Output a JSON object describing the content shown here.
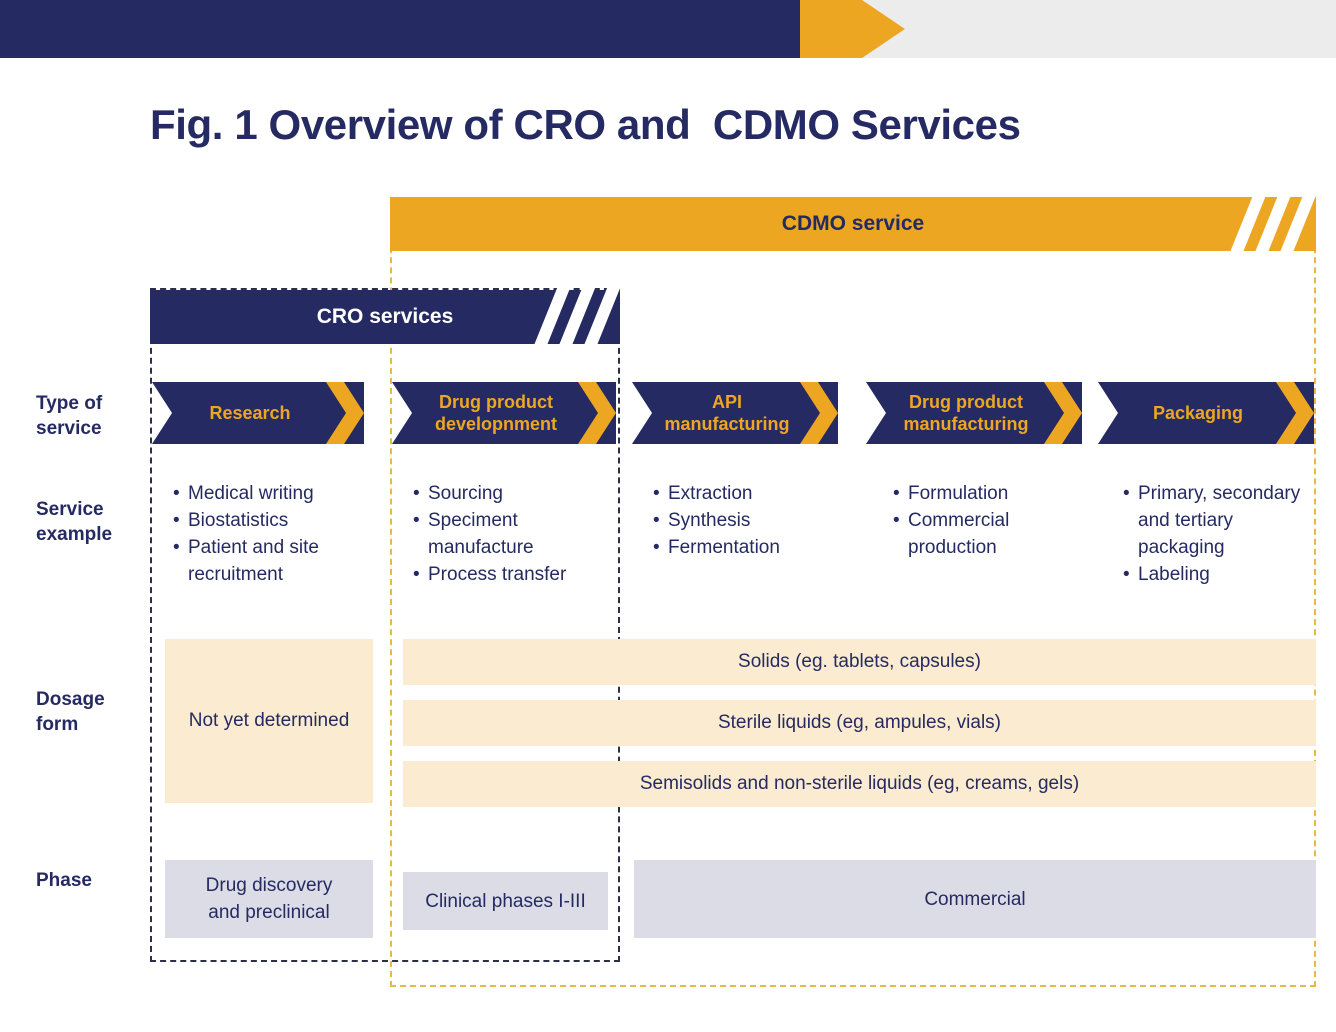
{
  "title": "Fig. 1 Overview of CRO and  CDMO Services",
  "colors": {
    "navy": "#252a62",
    "orange": "#eda621",
    "cream": "#fbebd0",
    "lavender": "#dcdce6",
    "banner_gray": "#ececec"
  },
  "sections": {
    "cdmo": {
      "label": "CDMO service"
    },
    "cro": {
      "label": "CRO services"
    }
  },
  "row_labels": {
    "type_of_service": "Type of\nservice",
    "service_example": "Service\nexample",
    "dosage_form": "Dosage\nform",
    "phase": "Phase"
  },
  "type_of_service": [
    {
      "key": "research",
      "label": "Research"
    },
    {
      "key": "drug-product-developnment",
      "label": "Drug product\ndevelopnment"
    },
    {
      "key": "api-manufacturing",
      "label": "API\nmanufacturing"
    },
    {
      "key": "drug-product-manufacturing",
      "label": "Drug product\nmanufacturing"
    },
    {
      "key": "packaging",
      "label": "Packaging"
    }
  ],
  "service_example": {
    "research": [
      "Medical writing",
      "Biostatistics",
      "Patient and site recruitment"
    ],
    "drug_product_developnment": [
      "Sourcing",
      "Speciment manufacture",
      "Process transfer"
    ],
    "api_manufacturing": [
      "Extraction",
      "Synthesis",
      "Fermentation"
    ],
    "drug_product_manufacturing": [
      "Formulation",
      "Commercial production"
    ],
    "packaging": [
      "Primary, secondary and tertiary packaging",
      "Labeling"
    ]
  },
  "dosage_form": {
    "left": "Not yet determined",
    "bars": [
      "Solids (eg. tablets, capsules)",
      "Sterile liquids (eg, ampules, vials)",
      "Semisolids and non-sterile liquids (eg, creams, gels)"
    ]
  },
  "phase": {
    "discovery": "Drug discovery\nand preclinical",
    "clinical": "Clinical phases I-III",
    "commercial": "Commercial"
  }
}
